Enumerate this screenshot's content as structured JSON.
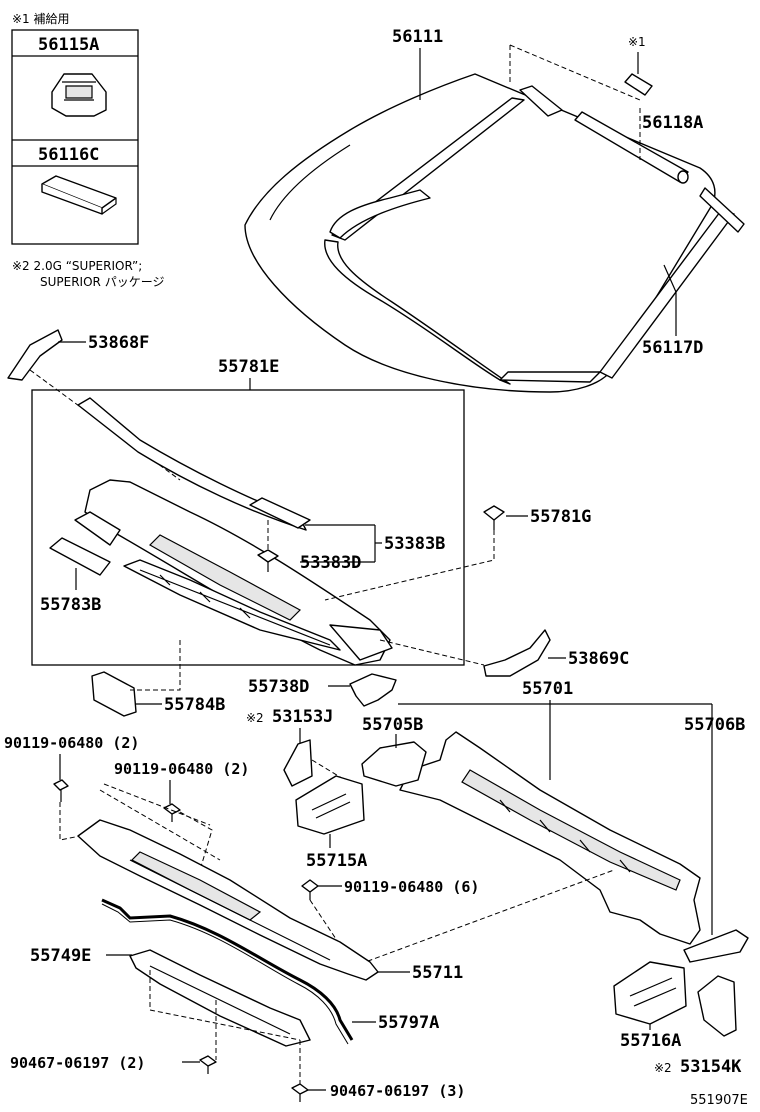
{
  "notes": {
    "note1": "※1 補給用",
    "note2_line1": "※2 2.0G “SUPERIOR”;",
    "note2_line2": "SUPERIOR パッケージ",
    "mark1": "※1",
    "mark2a": "※2",
    "mark2b": "※2"
  },
  "parts": {
    "p56115A": "56115A",
    "p56116C": "56116C",
    "p56111": "56111",
    "p56118A": "56118A",
    "p56117D": "56117D",
    "p53868F": "53868F",
    "p55781E": "55781E",
    "p55781G": "55781G",
    "p53383B": "53383B",
    "p53383D": "53383D",
    "p55783B": "55783B",
    "p53869C": "53869C",
    "p55738D": "55738D",
    "p55701": "55701",
    "p55784B": "55784B",
    "p53153J": "53153J",
    "p55705B": "55705B",
    "p55706B": "55706B",
    "p9011906480_2a": "90119-06480 (2)",
    "p9011906480_2b": "90119-06480 (2)",
    "p55715A": "55715A",
    "p9011906480_6": "90119-06480 (6)",
    "p55749E": "55749E",
    "p55711": "55711",
    "p55797A": "55797A",
    "p55716A": "55716A",
    "p53154K": "53154K",
    "p9046706197_2": "90467-06197 (2)",
    "p9046706197_3": "90467-06197 (3)"
  },
  "figure_code": "551907E"
}
